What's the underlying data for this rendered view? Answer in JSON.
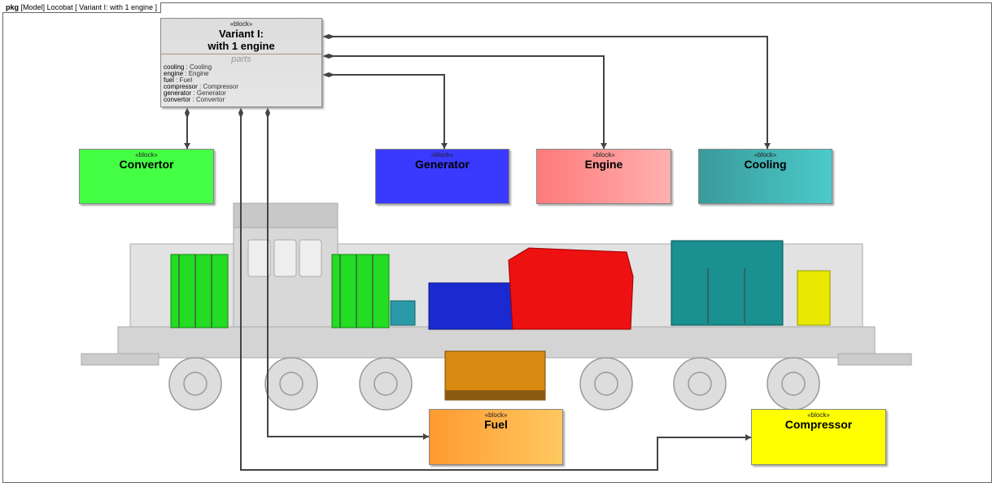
{
  "frame": {
    "kind": "pkg",
    "context": "[Model]",
    "name": "Locobat",
    "diagram": "[ Variant I: with 1 engine ]"
  },
  "main_block": {
    "stereotype": "«block»",
    "name_line1": "Variant I:",
    "name_line2": "with 1 engine",
    "compartment": "parts",
    "parts": [
      {
        "name": "cooling",
        "type": "Cooling"
      },
      {
        "name": "engine",
        "type": "Engine"
      },
      {
        "name": "fuel",
        "type": "Fuel"
      },
      {
        "name": "compressor",
        "type": "Compressor"
      },
      {
        "name": "generator",
        "type": "Generator"
      },
      {
        "name": "convertor",
        "type": "Convertor"
      }
    ]
  },
  "blocks": [
    {
      "id": "convertor",
      "stereotype": "«block»",
      "name": "Convertor",
      "color": "#44ff44"
    },
    {
      "id": "generator",
      "stereotype": "«block»",
      "name": "Generator",
      "color": "#3a3aff"
    },
    {
      "id": "engine",
      "stereotype": "«block»",
      "name": "Engine",
      "color": "#ff8080"
    },
    {
      "id": "cooling",
      "stereotype": "«block»",
      "name": "Cooling",
      "color": "#3fb8b8"
    },
    {
      "id": "fuel",
      "stereotype": "«block»",
      "name": "Fuel",
      "color": "#ffa030"
    },
    {
      "id": "compressor",
      "stereotype": "«block»",
      "name": "Compressor",
      "color": "#ffff00"
    }
  ]
}
